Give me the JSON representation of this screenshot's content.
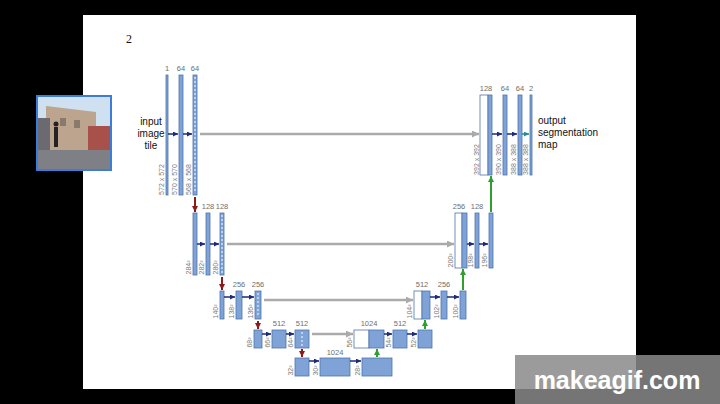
{
  "diagram": {
    "labels": [
      "2",
      "input image tile",
      "1",
      "64",
      "64",
      "572 x 572",
      "570 x 570",
      "568 x 568",
      "128",
      "64",
      "64",
      "2",
      "output segmentation map",
      "392 x 392",
      "390 x 390",
      "388 x 388",
      "388 x 388",
      "128",
      "128",
      "284²",
      "282²",
      "280²",
      "256",
      "128",
      "200²",
      "198²",
      "196²",
      "256",
      "256",
      "140²",
      "138²",
      "136²",
      "512",
      "256",
      "104²",
      "102²",
      "100²",
      "512",
      "512",
      "68²",
      "66²",
      "64²",
      "1024",
      "512",
      "56²",
      "54²",
      "52²",
      "1024",
      "32²",
      "30²",
      "28²",
      "makeagif.com"
    ]
  }
}
